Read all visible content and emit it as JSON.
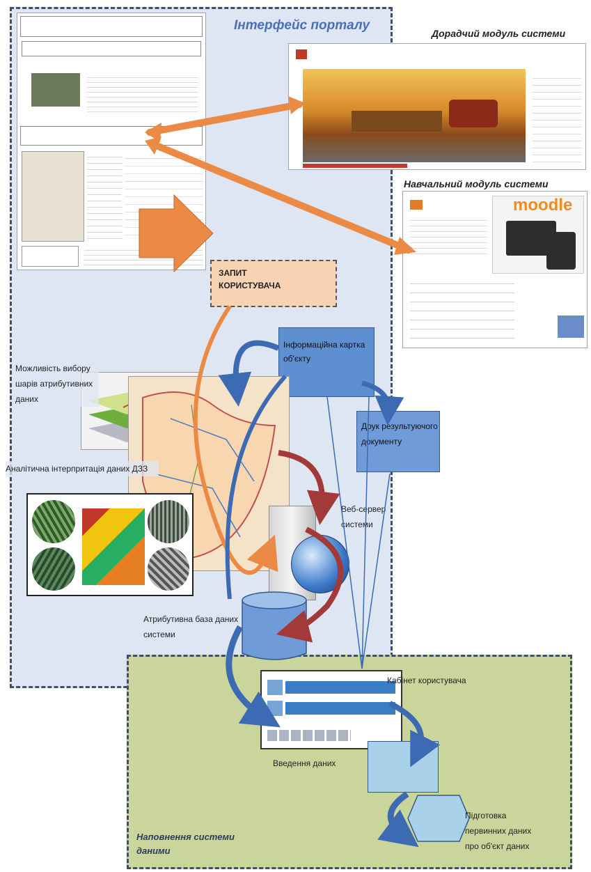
{
  "zones": {
    "portal_title": "Інтерфейс порталу",
    "fill_title": "Наповнення системи даними"
  },
  "modules": {
    "advisory": "Дорадчий модуль системи",
    "education": "Навчальний модуль системи",
    "moodle_logo": "moodle"
  },
  "nodes": {
    "request": "ЗАПИТ КОРИСТУВАЧА",
    "info_card": "Інформаційна картка об'єкту",
    "print_doc": "Друк результуючого документу",
    "layers": "Можливість вибору шарів атрибутивних даних",
    "rs_analysis": "Аналітична інтерпритація даних ДЗЗ",
    "web_server": "Веб-сервер системи",
    "attr_db": "Атрибутивна база даних системи",
    "cabinet": "Кабінет користувача",
    "data_entry": "Введення даних",
    "prep": "Підготовка первинних даних про об'єкт даних"
  },
  "colors": {
    "portal_bg": "#dfe6f3",
    "fill_bg": "#c9d59a",
    "orange_arrow": "#ea8a45",
    "blue_arrow": "#3d6bb3",
    "red_arrow": "#a33a3a",
    "request_box": "#f7d3b4"
  }
}
